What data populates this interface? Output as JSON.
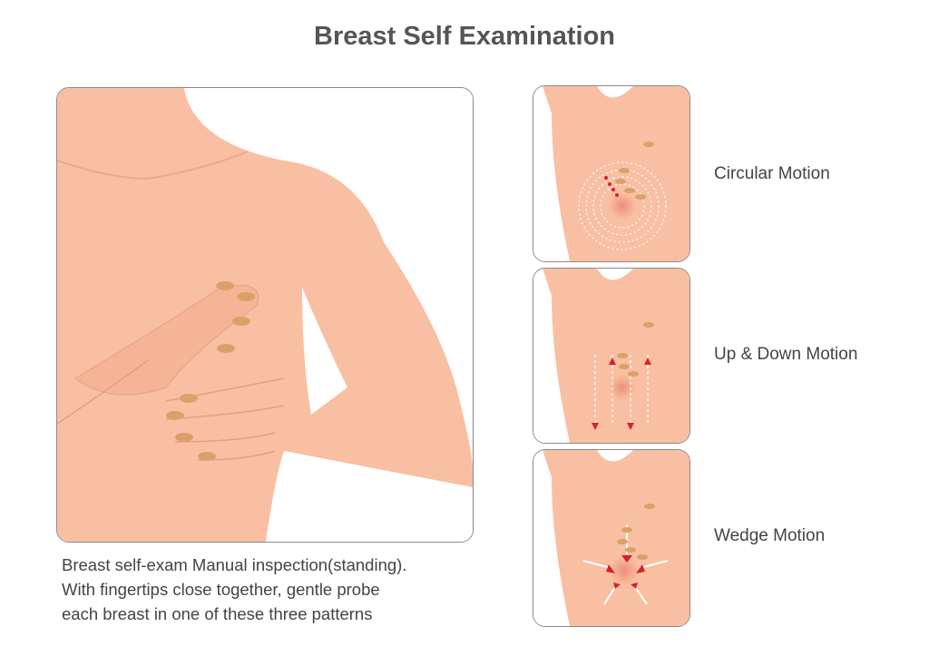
{
  "title": "Breast Self Examination",
  "colors": {
    "skin": "#f9bfa3",
    "skin_shadow": "#eaa98c",
    "nail": "#dba066",
    "arrow": "#d8202a",
    "outline": "#8a8a8a"
  },
  "panels": [
    {
      "label": "Circular Motion"
    },
    {
      "label": "Up & Down Motion"
    },
    {
      "label": "Wedge Motion"
    }
  ],
  "caption": {
    "lines": [
      "Breast self-exam Manual inspection(standing).",
      "With fingertips close together, gentle probe",
      "each breast in one of these three patterns"
    ]
  }
}
